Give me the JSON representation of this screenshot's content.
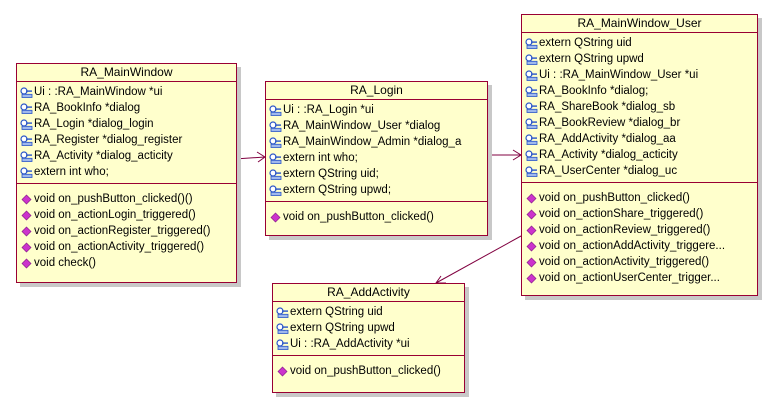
{
  "classes": {
    "main_window": {
      "name": "RA_MainWindow",
      "attributes": [
        "Ui : :RA_MainWindow *ui",
        "RA_BookInfo *dialog",
        "RA_Login *dialog_login",
        "RA_Register *dialog_register",
        "RA_Activity *dialog_acticity",
        "extern int who;"
      ],
      "operations": [
        "void on_pushButton_clicked()()",
        "void on_actionLogin_triggered()",
        "void on_actionRegister_triggered()",
        "void on_actionActivity_triggered()",
        "void check()"
      ]
    },
    "login": {
      "name": "RA_Login",
      "attributes": [
        "Ui : :RA_Login *ui",
        "RA_MainWindow_User *dialog",
        "RA_MainWindow_Admin *dialog_a",
        "extern int who;",
        "extern QString uid;",
        "extern QString upwd;"
      ],
      "operations": [
        "void on_pushButton_clicked()"
      ]
    },
    "main_window_user": {
      "name": "RA_MainWindow_User",
      "attributes": [
        "extern QString uid",
        "extern QString upwd",
        "Ui : :RA_MainWindow_User *ui",
        "RA_BookInfo *dialog;",
        "RA_ShareBook *dialog_sb",
        "RA_BookReview *dialog_br",
        "RA_AddActivity *dialog_aa",
        "RA_Activity *dialog_acticity",
        "RA_UserCenter *dialog_uc"
      ],
      "operations": [
        "void on_pushButton_clicked()",
        "void on_actionShare_triggered()",
        "void on_actionReview_triggered()",
        "void on_actionAddActivity_triggere...",
        "void on_actionActivity_triggered()",
        "void on_actionUserCenter_trigger..."
      ]
    },
    "add_activity": {
      "name": "RA_AddActivity",
      "attributes": [
        "extern QString uid",
        "extern QString upwd",
        "Ui : :RA_AddActivity *ui"
      ],
      "operations": [
        "void on_pushButton_clicked()"
      ]
    }
  },
  "colors": {
    "class_fill": "#ffffcc",
    "class_border": "#990033",
    "attribute_icon": "#2a55c8",
    "operation_icon": "#cc33cc",
    "association_line": "#800040"
  },
  "icons": {
    "attribute": "field-key-icon",
    "operation": "method-diamond-icon"
  }
}
